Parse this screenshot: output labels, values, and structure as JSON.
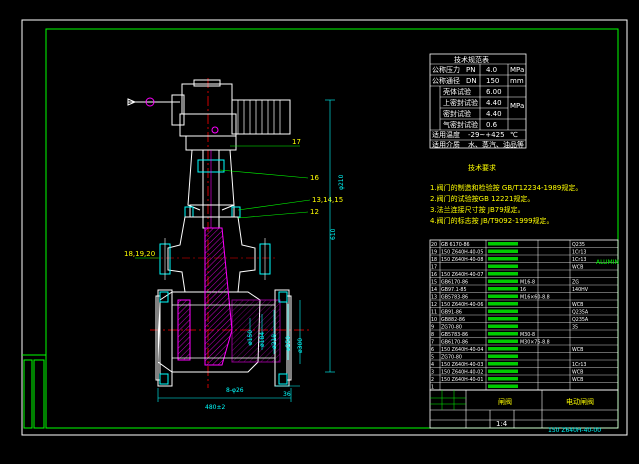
{
  "specs": {
    "title": "技术规范表",
    "rows": [
      {
        "label": "公称压力",
        "sym": "PN",
        "val": "4.0",
        "unit": "MPa"
      },
      {
        "label": "公称通径",
        "sym": "DN",
        "val": "150",
        "unit": "mm"
      },
      {
        "label": "壳体试验",
        "sym": "",
        "val": "6.00",
        "unit": ""
      },
      {
        "label": "上密封试验",
        "sym": "",
        "val": "4.40",
        "unit": "MPa"
      },
      {
        "label": "密封试验",
        "sym": "",
        "val": "4.40",
        "unit": ""
      },
      {
        "label": "气密封试验",
        "sym": "",
        "val": "0.6",
        "unit": ""
      },
      {
        "label": "适用温度",
        "sym": "",
        "val": "-29~+425",
        "unit": "℃"
      },
      {
        "label": "适用介质",
        "sym": "",
        "val": "水、蒸汽、油品等",
        "unit": ""
      }
    ]
  },
  "notes": {
    "title": "技术要求",
    "items": [
      "1.阀门的制造和检验按 GB/T12234-1989规定。",
      "2.阀门的试验按GB 12221规定。",
      "3.法兰连接尺寸按 JB79规定。",
      "4.阀门的标志按 JB/T9092-1999规定。"
    ]
  },
  "callouts": [
    "17",
    "16",
    "13,14,15",
    "12",
    "18,19,20"
  ],
  "dims": [
    "480±2",
    "ø150",
    "ø184",
    "ø218",
    "ø250",
    "ø300",
    "φ210",
    "610",
    "36",
    "8-φ26"
  ],
  "bom": {
    "rows": [
      {
        "no": "20",
        "code": "GB 6170-86",
        "name": "",
        "mat": "Q235"
      },
      {
        "no": "19",
        "code": "150 Z640H-40-05",
        "name": "",
        "mat": "1Cr13"
      },
      {
        "no": "18",
        "code": "150 Z640H-40-08",
        "name": "",
        "mat": "1Cr13"
      },
      {
        "no": "17",
        "code": "",
        "name": "",
        "mat": "WCB"
      },
      {
        "no": "16",
        "code": "150 Z640H-40-07",
        "name": "",
        "mat": ""
      },
      {
        "no": "15",
        "code": "GB6170-86",
        "name": "M16-8",
        "mat": "ZG"
      },
      {
        "no": "14",
        "code": "GB97.1-85",
        "name": "16",
        "mat": "140HV"
      },
      {
        "no": "13",
        "code": "GB5783-86",
        "name": "M16×60-8.8",
        "mat": ""
      },
      {
        "no": "12",
        "code": "150 Z640H-40-06",
        "name": "",
        "mat": "WCB"
      },
      {
        "no": "11",
        "code": "GB91-86",
        "name": "",
        "mat": "Q235A"
      },
      {
        "no": "10",
        "code": "GB882-86",
        "name": "",
        "mat": "Q235A"
      },
      {
        "no": "9",
        "code": "ZG70-80",
        "name": "",
        "mat": "35"
      },
      {
        "no": "8",
        "code": "GB5783-86",
        "name": "M30-8",
        "mat": ""
      },
      {
        "no": "7",
        "code": "GB6170-86",
        "name": "M30×75-8.8",
        "mat": ""
      },
      {
        "no": "6",
        "code": "150 Z640H-40-04",
        "name": "",
        "mat": "WCB"
      },
      {
        "no": "5",
        "code": "ZG70-80",
        "name": "",
        "mat": ""
      },
      {
        "no": "4",
        "code": "150 Z640H-40-03",
        "name": "",
        "mat": "1Cr13"
      },
      {
        "no": "3",
        "code": "150 Z640H-40-02",
        "name": "",
        "mat": "WCB"
      },
      {
        "no": "2",
        "code": "150 Z640H-40-01",
        "name": "",
        "mat": "WCB"
      },
      {
        "no": "1",
        "code": "",
        "name": "",
        "mat": ""
      }
    ],
    "extra": "ALUMIN"
  },
  "titleblock": {
    "drawing_name": "闸阀",
    "company": "电动闸阀",
    "drawing_no": "150 Z640H-40-00",
    "scale": "1:4"
  },
  "colors": {
    "frame": "#00ff00",
    "outline": "#ffffff",
    "center": "#ff0000",
    "hatch": "#ff00ff",
    "dim": "#00ffff",
    "label": "#ffff00"
  }
}
